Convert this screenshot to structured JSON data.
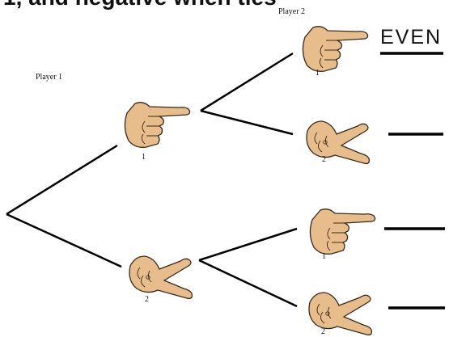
{
  "top_fragment": "1, and negative when ties",
  "player1_label": "Player 1",
  "player2_label": "Player 2",
  "player1_moves": [
    {
      "label": "1",
      "gesture": "one-finger-hand-icon"
    },
    {
      "label": "2",
      "gesture": "two-finger-hand-icon"
    }
  ],
  "player2_moves": [
    {
      "label": "1",
      "gesture": "one-finger-hand-icon"
    },
    {
      "label": "2",
      "gesture": "two-finger-hand-icon"
    },
    {
      "label": "1",
      "gesture": "one-finger-hand-icon"
    },
    {
      "label": "2",
      "gesture": "two-finger-hand-icon"
    }
  ],
  "outcomes": [
    "EVEN",
    "",
    "",
    ""
  ],
  "colors": {
    "hand_fill": "#e8bd8c",
    "hand_stroke": "#3a2a1a",
    "line": "#000000"
  }
}
